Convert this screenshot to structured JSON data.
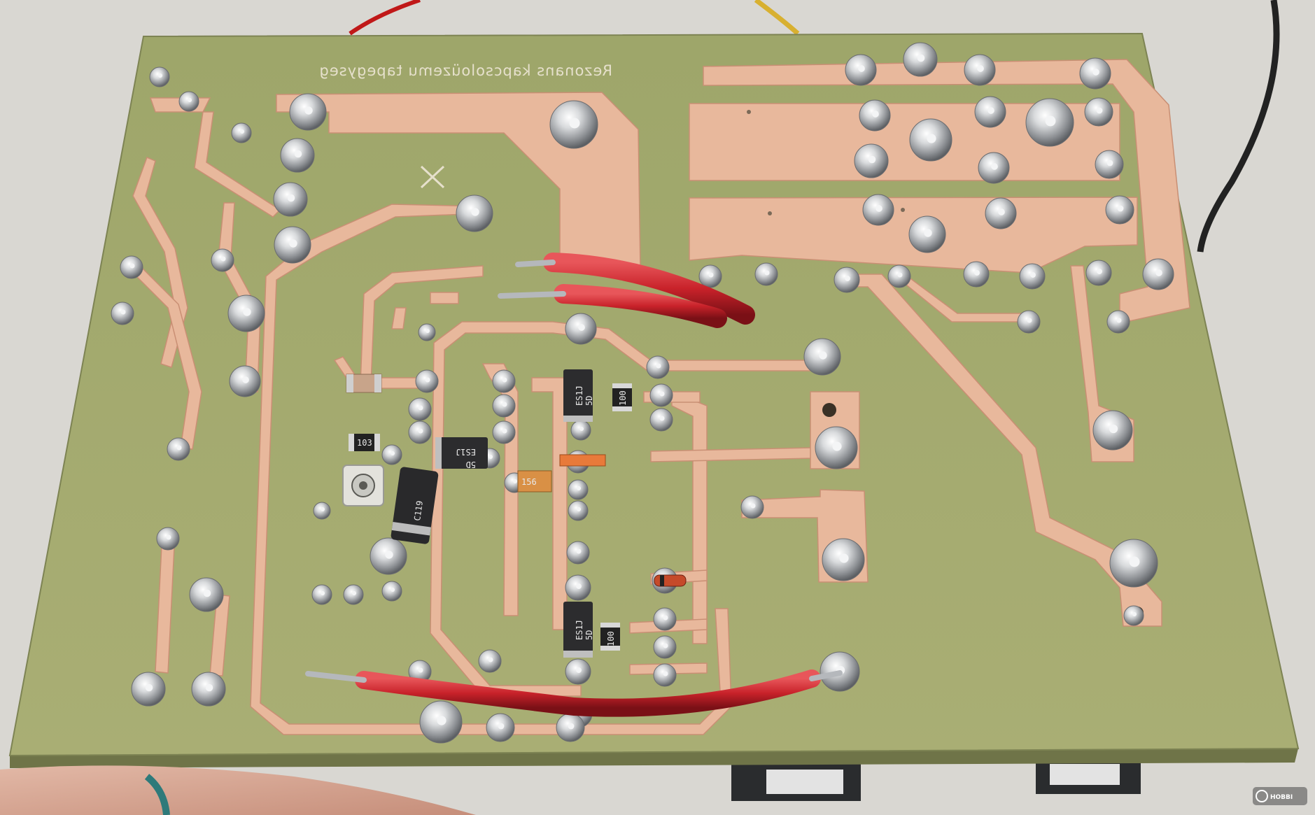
{
  "photo": {
    "silkscreen_title": "Rezonans kapcsoloüzemu tapegyseg",
    "component_codes": {
      "diode_top": "ES1J",
      "diode_top_sub": "5D",
      "diode_bottom": "ES1J",
      "diode_bottom_sub": "5D",
      "diode_mid": "ES1J",
      "diode_mid_sub": "5D",
      "resistor_a": "100",
      "resistor_b": "100",
      "resistor_c": "103",
      "diode_large": "C119",
      "tantalum": "156"
    },
    "watermark": "HOBBI"
  },
  "colors": {
    "background": "#dcdad6",
    "pcb_substrate": "#a4ab6c",
    "copper": "#e8b89c",
    "solder": "#c9cccf",
    "wire_red": "#c8222a"
  }
}
